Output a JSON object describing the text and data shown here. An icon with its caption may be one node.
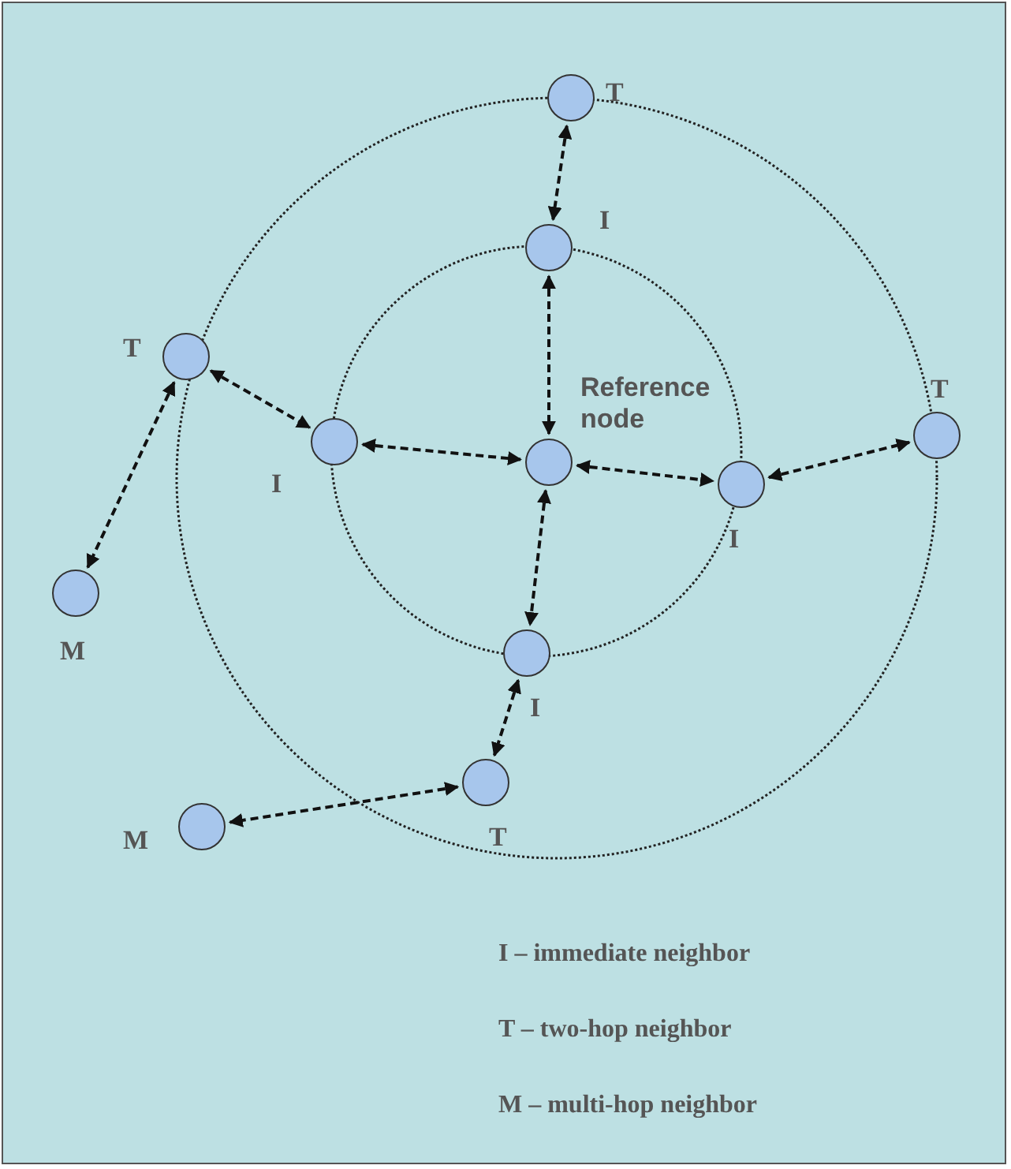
{
  "diagram": {
    "nodes": [
      {
        "text": [],
        "shape": "circle",
        "beside": [
          "T"
        ]
      },
      {
        "text": [],
        "shape": "circle",
        "beside": [
          "I"
        ]
      },
      {
        "text": [],
        "shape": "circle",
        "beside": [
          "T"
        ]
      },
      {
        "text": [],
        "shape": "circle",
        "beside": [
          "I"
        ]
      },
      {
        "text": [],
        "shape": "circle",
        "beside": [
          "Reference node"
        ]
      },
      {
        "text": [],
        "shape": "circle",
        "beside": [
          "T"
        ]
      },
      {
        "text": [],
        "shape": "circle",
        "beside": [
          "I"
        ]
      },
      {
        "text": [],
        "shape": "circle",
        "beside": [
          "M"
        ]
      },
      {
        "text": [],
        "shape": "circle",
        "beside": [
          "I"
        ]
      },
      {
        "text": [],
        "shape": "circle",
        "beside": [
          "T"
        ]
      },
      {
        "text": [],
        "shape": "circle",
        "beside": [
          "M"
        ]
      }
    ],
    "edges": [
      {
        "from": 0,
        "to": 1,
        "arrow": "both",
        "style": "dashed"
      },
      {
        "from": 1,
        "to": 4,
        "arrow": "both",
        "style": "dashed"
      },
      {
        "from": 2,
        "to": 3,
        "arrow": "both",
        "style": "dashed"
      },
      {
        "from": 3,
        "to": 4,
        "arrow": "both",
        "style": "dashed"
      },
      {
        "from": 4,
        "to": 6,
        "arrow": "both",
        "style": "dashed"
      },
      {
        "from": 6,
        "to": 5,
        "arrow": "both",
        "style": "dashed"
      },
      {
        "from": 4,
        "to": 8,
        "arrow": "both",
        "style": "dashed"
      },
      {
        "from": 8,
        "to": 9,
        "arrow": "both",
        "style": "dashed"
      },
      {
        "from": 9,
        "to": 10,
        "arrow": "both",
        "style": "dashed"
      },
      {
        "from": 2,
        "to": 7,
        "arrow": "both",
        "style": "dashed"
      }
    ],
    "labels": [
      "I – immediate neighbor",
      "T – two-hop neighbor",
      "M – multi-hop neighbor"
    ]
  }
}
